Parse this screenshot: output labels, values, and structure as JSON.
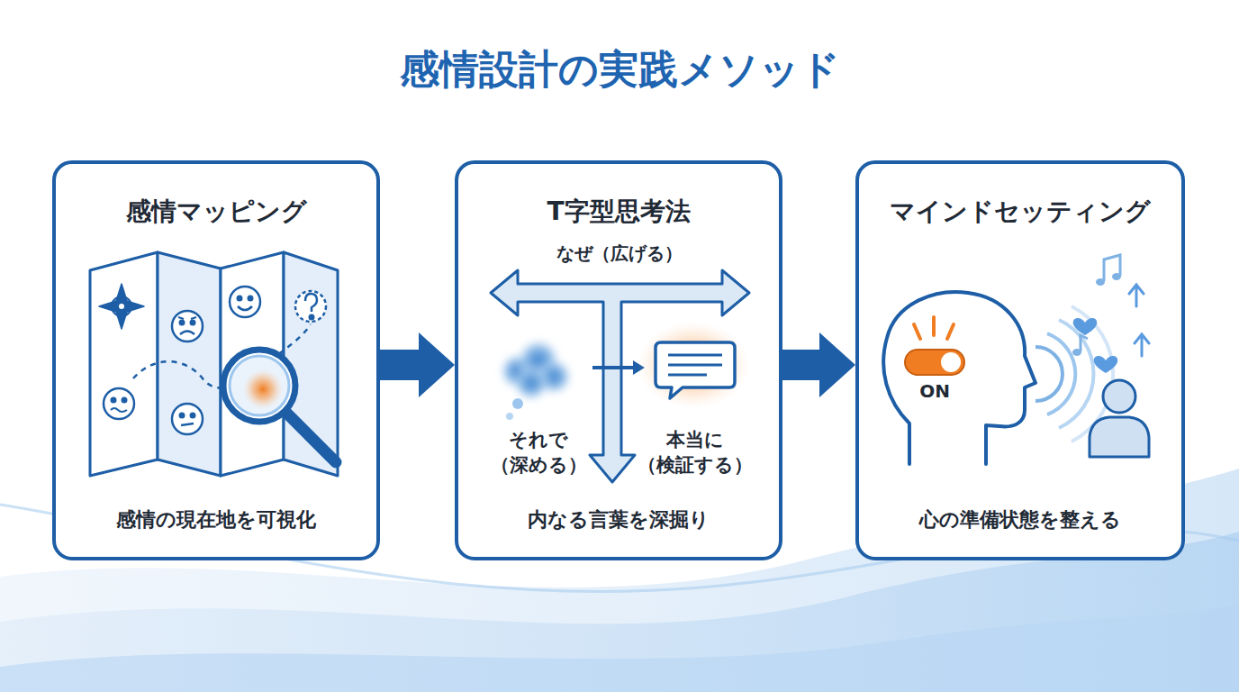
{
  "diagram": {
    "title": "感情設計の実践メソッド",
    "nodes": [
      {
        "text": [
          "感情マッピング",
          "感情の現在地を可視化"
        ]
      },
      {
        "text": [
          "T字型思考法",
          "内なる言葉を深掘り"
        ]
      },
      {
        "text": [
          "マインドセッティング",
          "心の準備状態を整える"
        ]
      }
    ],
    "edges": [
      {
        "from": 0,
        "to": 1,
        "arrow": "to"
      },
      {
        "from": 1,
        "to": 2,
        "arrow": "to"
      }
    ],
    "labels": [
      "なぜ（広げる）",
      "それで （深める）",
      "本当に （検証する）",
      "ON"
    ]
  }
}
